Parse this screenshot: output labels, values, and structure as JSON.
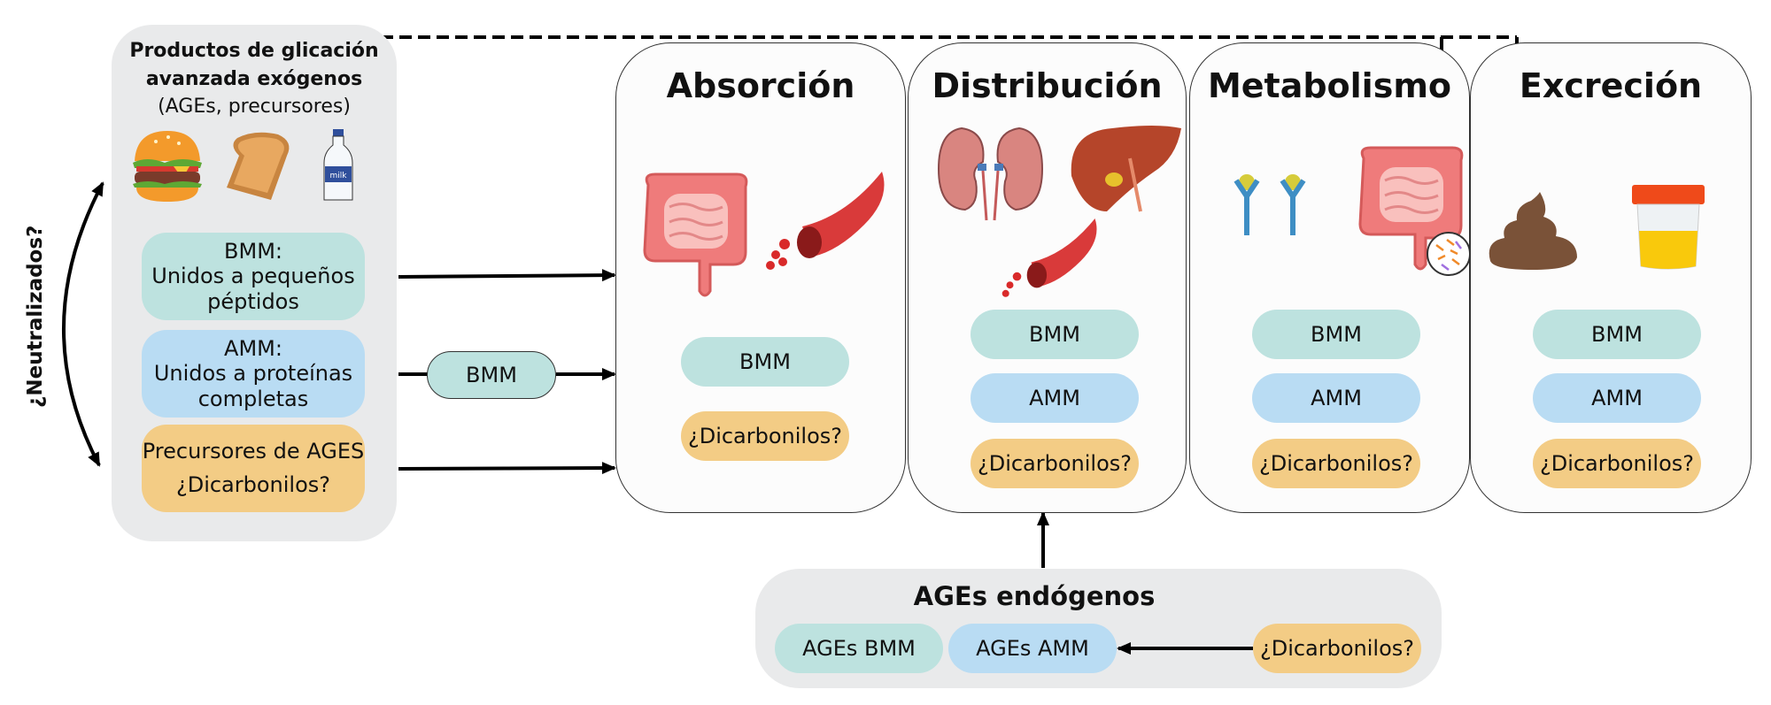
{
  "source_panel": {
    "title_line1": "Productos de glicación",
    "title_line2": "avanzada exógenos",
    "subtitle": "(AGEs, precursores)",
    "foods": [
      "hamburger-icon",
      "toast-icon",
      "milk-bottle-icon"
    ],
    "milk_label": "milk",
    "items": [
      {
        "line1": "BMM:",
        "line2": "Unidos a pequeños",
        "line3": "péptidos",
        "color": "#bde2df"
      },
      {
        "line1": "AMM:",
        "line2": "Unidos a proteínas",
        "line3": "completas",
        "color": "#b9dcf3"
      },
      {
        "line1": "Precursores de AGES",
        "line2": "¿Dicarbonilos?",
        "color": "#f3cc85"
      }
    ]
  },
  "side_label": "¿Neutralizados?",
  "intermediate_pill": "BMM",
  "stages": [
    {
      "title": "Absorción",
      "icons": [
        "intestine-icon",
        "blood-vessel-icon"
      ],
      "pills": [
        "BMM",
        "¿Dicarbonilos?"
      ]
    },
    {
      "title": "Distribución",
      "icons": [
        "kidneys-icon",
        "liver-icon",
        "blood-vessel-icon"
      ],
      "pills": [
        "BMM",
        "AMM",
        "¿Dicarbonilos?"
      ]
    },
    {
      "title": "Metabolismo",
      "icons": [
        "antibody-icon",
        "intestine-microbiota-icon"
      ],
      "pills": [
        "BMM",
        "AMM",
        "¿Dicarbonilos?"
      ]
    },
    {
      "title": "Excreción",
      "icons": [
        "feces-icon",
        "urine-sample-icon"
      ],
      "pills": [
        "BMM",
        "AMM",
        "¿Dicarbonilos?"
      ]
    }
  ],
  "endogenous": {
    "title": "AGEs endógenos",
    "pills": [
      "AGEs BMM",
      "AGEs AMM",
      "¿Dicarbonilos?"
    ]
  },
  "colors": {
    "bmm": "#bde2df",
    "amm": "#b9dcf3",
    "dicarbonyl": "#f3cc85",
    "panel": "#e9eaeb"
  }
}
